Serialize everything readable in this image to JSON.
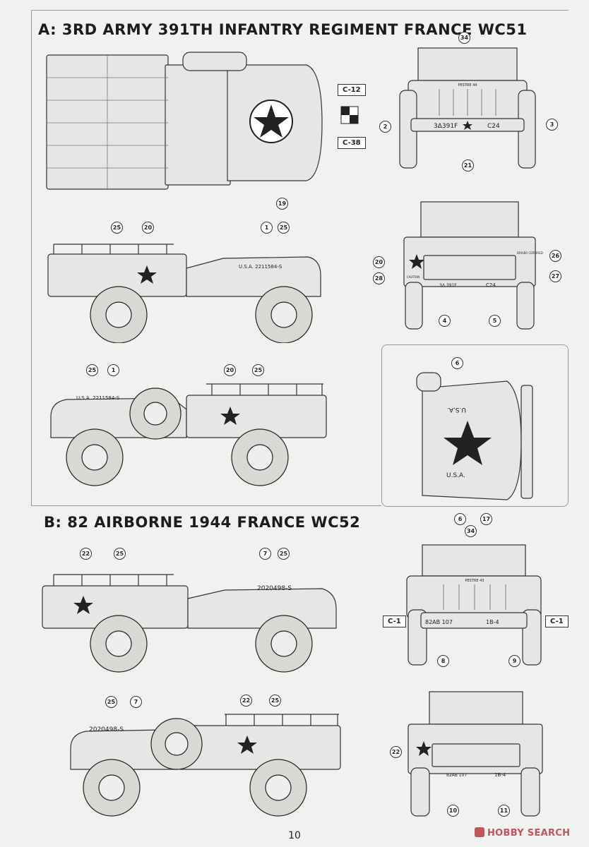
{
  "sections": {
    "a_heading": "A: 3RD ARMY 391TH INFANTRY REGIMENT FRANCE WC51",
    "b_heading": "B: 82 AIRBORNE 1944 FRANCE WC52"
  },
  "views": {
    "a_top": {
      "name": "scheme-a-top-view"
    },
    "a_front": {
      "name": "scheme-a-front-view",
      "bumper_left": "3Δ391F",
      "bumper_right": "C24",
      "grille": "PESTRE 44"
    },
    "a_side_right": {
      "name": "scheme-a-right-side",
      "hood_text": "U.S.A. 2211584-S"
    },
    "a_rear": {
      "name": "scheme-a-rear-view",
      "bumper_left": "3Δ 391F",
      "bumper_right": "C24",
      "panel_right": "DRIVER CERTIFIED",
      "panel_left": "CAUTION"
    },
    "a_side_left": {
      "name": "scheme-a-left-side",
      "hood_text": "U.S.A. 2211584-S"
    },
    "a_hood": {
      "name": "scheme-a-hood-view",
      "top_text": "U.S.A.",
      "bottom_text": "U.S.A."
    },
    "b_side_right": {
      "name": "scheme-b-right-side",
      "hood_text": "2020498-S"
    },
    "b_front": {
      "name": "scheme-b-front-view",
      "bumper_left": "82AB 107",
      "bumper_right": "1B-4",
      "grille": "PESTRE 43"
    },
    "b_side_left": {
      "name": "scheme-b-left-side",
      "hood_text": "2020498-S"
    },
    "b_rear": {
      "name": "scheme-b-rear-view",
      "bumper_left": "82AB 107",
      "bumper_right": "1B-4"
    }
  },
  "decal_tags": {
    "c12": "C-12",
    "c38": "C-38",
    "c1_left": "C-1",
    "c1_right": "C-1"
  },
  "callouts": {
    "a_top_19": "19",
    "a_front_34": "34",
    "a_front_2": "2",
    "a_front_3": "3",
    "a_front_21": "21",
    "a_side_25a": "25",
    "a_side_20": "20",
    "a_side_1": "1",
    "a_side_25b": "25",
    "a_rear_20": "20",
    "a_rear_28": "28",
    "a_rear_26": "26",
    "a_rear_27": "27",
    "a_rear_4": "4",
    "a_rear_5": "5",
    "a_left_25a": "25",
    "a_left_1": "1",
    "a_left_20": "20",
    "a_left_25b": "25",
    "a_hood_6a": "6",
    "a_hood_6b": "6",
    "a_hood_17": "17",
    "b_side_22": "22",
    "b_side_25a": "25",
    "b_side_7": "7",
    "b_side_25b": "25",
    "b_front_34": "34",
    "b_front_8": "8",
    "b_front_9": "9",
    "b_left_25a": "25",
    "b_left_7": "7",
    "b_left_22": "22",
    "b_left_25b": "25",
    "b_rear_22": "22",
    "b_rear_10": "10",
    "b_rear_11": "11"
  },
  "footer": {
    "page_number": "10",
    "watermark": "HOBBY SEARCH"
  }
}
